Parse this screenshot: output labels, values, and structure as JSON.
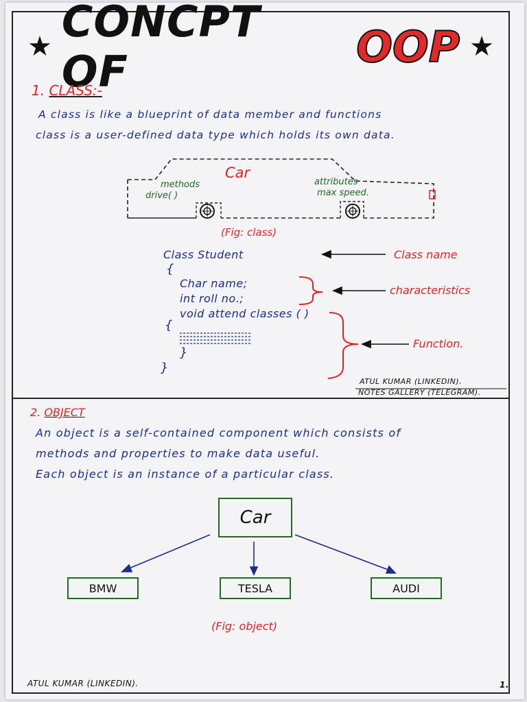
{
  "title": {
    "main": "CONCPT OF",
    "accent": "OOP",
    "star": "★"
  },
  "class_section": {
    "heading_number": "1.",
    "heading_label": "CLASS:-",
    "lines": [
      "A class is like a blueprint of data member and functions",
      "class is a user-defined data type which holds its own data."
    ],
    "car_label": "Car",
    "methods_label": "methods",
    "methods_value": "drive( )",
    "attributes_label": "attributes",
    "attributes_value": "max speed.",
    "fig_caption": "(Fig: class)",
    "code": {
      "class_line": "Class Student",
      "open_brace": "{",
      "member1": "Char name;",
      "member2": "int roll no.;",
      "method": "void attend classes ( )",
      "inner_open": "{",
      "inner_close": "}",
      "close_brace": "}"
    },
    "notes": {
      "class_name": "Class name",
      "characteristics": "characteristics",
      "function": "Function."
    },
    "credit_line1": "ATUL KUMAR (LINKEDIN).",
    "credit_line2": "NOTES GALLERY (TELEGRAM)."
  },
  "object_section": {
    "heading_number": "2.",
    "heading_label": "OBJECT",
    "lines": [
      "An object is a self-contained component which consists of",
      "methods and properties to make data useful.",
      "Each object is an instance of a particular class."
    ],
    "parent_box": "Car",
    "children": [
      "BMW",
      "TESLA",
      "AUDI"
    ],
    "fig_caption": "(Fig: object)"
  },
  "footer": {
    "credit": "ATUL KUMAR (LINKEDIN).",
    "page_number": "1."
  },
  "colors": {
    "ink_blue": "#1b2d8f",
    "ink_red": "#e02424",
    "ink_green": "#1f6b24",
    "ink_black": "#111111",
    "paper": "#f4f3f6"
  }
}
